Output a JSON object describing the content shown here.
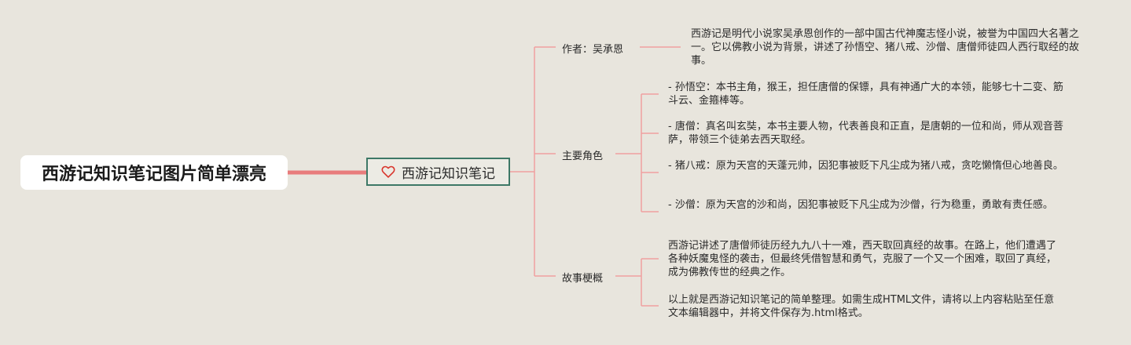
{
  "root": {
    "title": "西游记知识笔记图片简单漂亮"
  },
  "center": {
    "title": "西游记知识笔记",
    "icon": "heart-icon"
  },
  "colors": {
    "line": "#f0a0a0",
    "root_connector": "#e87c7c",
    "center_border": "#3d7866",
    "background": "#e8e5dd"
  },
  "branches": [
    {
      "label": "作者：吴承恩",
      "leaves": [
        "西游记是明代小说家吴承恩创作的一部中国古代神魔志怪小说，被誉为中国四大名著之一。它以佛教小说为背景，讲述了孙悟空、猪八戒、沙僧、唐僧师徒四人西行取经的故事。"
      ]
    },
    {
      "label": "主要角色",
      "leaves": [
        "- 孙悟空：本书主角，猴王，担任唐僧的保镖，具有神通广大的本领，能够七十二变、筋斗云、金箍棒等。",
        "- 唐僧：真名叫玄奘，本书主要人物，代表善良和正直，是唐朝的一位和尚，师从观音菩萨，带领三个徒弟去西天取经。",
        "- 猪八戒：原为天宫的天蓬元帅，因犯事被贬下凡尘成为猪八戒，贪吃懒惰但心地善良。",
        "- 沙僧：原为天宫的沙和尚，因犯事被贬下凡尘成为沙僧，行为稳重，勇敢有责任感。"
      ]
    },
    {
      "label": "故事梗概",
      "leaves": [
        "西游记讲述了唐僧师徒历经九九八十一难，西天取回真经的故事。在路上，他们遭遇了各种妖魔鬼怪的袭击，但最终凭借智慧和勇气，克服了一个又一个困难，取回了真经，成为佛教传世的经典之作。",
        "以上就是西游记知识笔记的简单整理。如需生成HTML文件，请将以上内容粘贴至任意文本编辑器中，并将文件保存为.html格式。"
      ]
    }
  ]
}
